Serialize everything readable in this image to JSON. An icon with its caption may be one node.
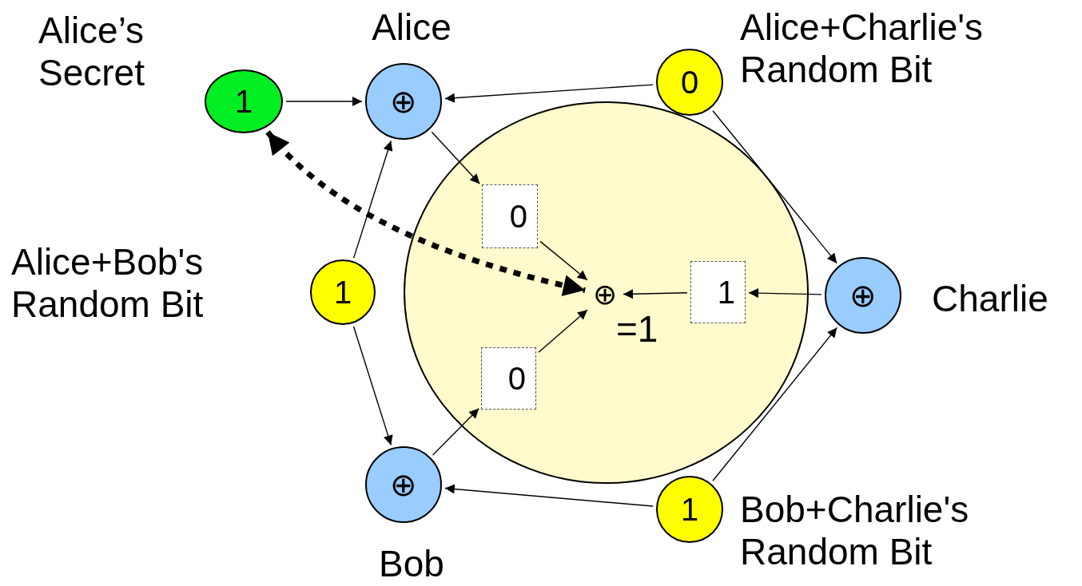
{
  "diagram": {
    "nodes": [
      {
        "text": [],
        "shape": "circle"
      },
      {
        "text": [
          "1"
        ],
        "beside": [
          "Alice’s Secret"
        ]
      },
      {
        "text": [
          "⊕"
        ],
        "beside": [
          "Alice"
        ]
      },
      {
        "text": [
          "0"
        ],
        "beside": [
          "Alice+Charlie's Random Bit"
        ]
      },
      {
        "text": [
          "1"
        ],
        "beside": [
          "Alice+Bob's Random Bit"
        ]
      },
      {
        "text": [
          "0"
        ],
        "in": 0
      },
      {
        "text": [
          "⊕"
        ],
        "in": 0,
        "beside": [
          "=1"
        ]
      },
      {
        "text": [
          "1"
        ],
        "in": 0
      },
      {
        "text": [
          "⊕"
        ],
        "beside": [
          "Charlie"
        ]
      },
      {
        "text": [
          "0"
        ],
        "in": 0
      },
      {
        "text": [
          "⊕"
        ],
        "beside": [
          "Bob"
        ]
      },
      {
        "text": [
          "1"
        ],
        "beside": [
          "Bob+Charlie's Random Bit"
        ]
      }
    ],
    "edges": [
      {
        "from": 1,
        "to": 2,
        "arrow": "to"
      },
      {
        "from": 3,
        "to": 2,
        "arrow": "to"
      },
      {
        "from": 3,
        "to": 8,
        "arrow": "to"
      },
      {
        "from": 4,
        "to": 2,
        "arrow": "to"
      },
      {
        "from": 4,
        "to": 10,
        "arrow": "to"
      },
      {
        "from": 11,
        "to": 10,
        "arrow": "to"
      },
      {
        "from": 11,
        "to": 8,
        "arrow": "to"
      },
      {
        "from": 2,
        "to": 5,
        "arrow": "to"
      },
      {
        "from": 8,
        "to": 7,
        "arrow": "to"
      },
      {
        "from": 7,
        "to": 6,
        "arrow": "to"
      },
      {
        "from": 5,
        "to": 6,
        "arrow": "to"
      },
      {
        "from": 10,
        "to": 9,
        "arrow": "to"
      },
      {
        "from": 9,
        "to": 6,
        "arrow": "to"
      },
      {
        "from": 1,
        "to": 6,
        "arrow": "both",
        "style": "dashed"
      }
    ]
  }
}
